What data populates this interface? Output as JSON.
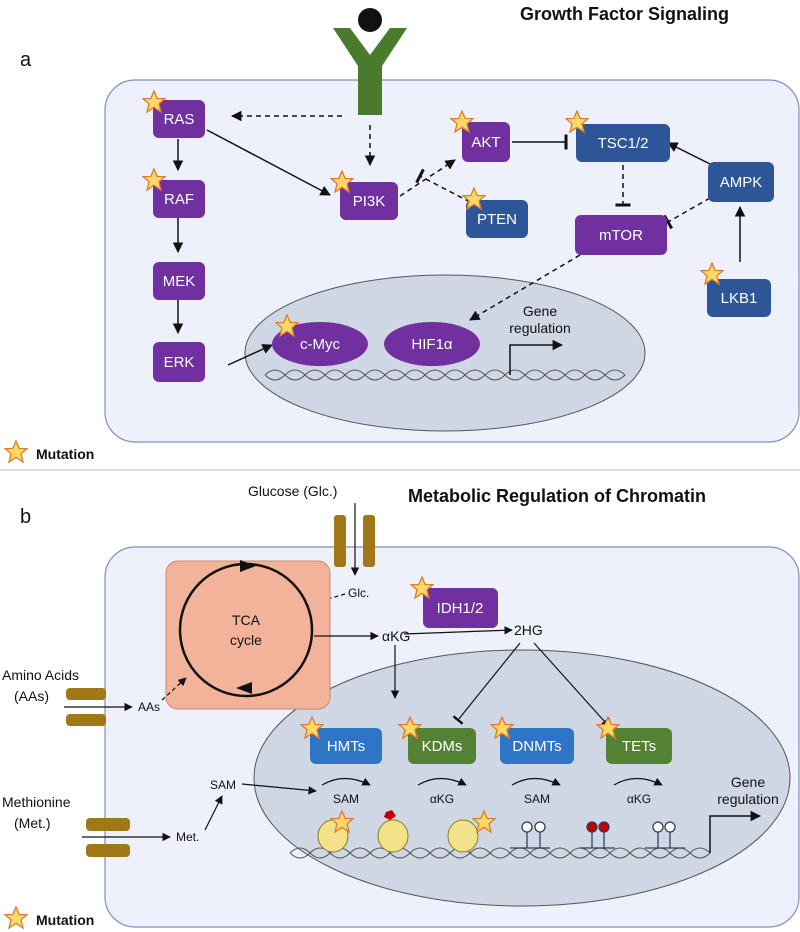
{
  "panel_a": {
    "letter": "a",
    "title": "Growth Factor Signaling",
    "nodes": {
      "ras": "RAS",
      "raf": "RAF",
      "mek": "MEK",
      "erk": "ERK",
      "pi3k": "PI3K",
      "akt": "AKT",
      "pten": "PTEN",
      "tsc": "TSC1/2",
      "mtor": "mTOR",
      "ampk": "AMPK",
      "lkb1": "LKB1",
      "cmyc": "c-Myc",
      "hif": "HIF1α"
    },
    "gene_regulation": [
      "Gene",
      "regulation"
    ],
    "legend": "Mutation"
  },
  "panel_b": {
    "letter": "b",
    "title": "Metabolic Regulation of Chromatin",
    "glucose": "Glucose (Glc.)",
    "glc": "Glc.",
    "tca": [
      "TCA",
      "cycle"
    ],
    "amino_acids": [
      "Amino Acids",
      "(AAs)"
    ],
    "aas": "AAs",
    "akg": "αKG",
    "idh": "IDH1/2",
    "twohg": "2HG",
    "methionine": [
      "Methionine",
      "(Met.)"
    ],
    "met": "Met.",
    "sam": "SAM",
    "enzymes": {
      "hmts": "HMTs",
      "kdms": "KDMs",
      "dnmts": "DNMTs",
      "tets": "TETs"
    },
    "cofactors": [
      "SAM",
      "αKG",
      "SAM",
      "αKG"
    ],
    "gene_regulation": [
      "Gene",
      "regulation"
    ],
    "legend": "Mutation"
  },
  "colors": {
    "purple": "#7030a0",
    "blue": "#2e5597",
    "green": "#548235",
    "lightblue": "#2f75c7",
    "receptor": "#4a7a2c",
    "cell_fill": "#eef1fb",
    "nucleus_fill": "#cfd6e4",
    "tca_fill": "#f2b39a",
    "channel": "#a07818",
    "star": "#ffd966"
  }
}
